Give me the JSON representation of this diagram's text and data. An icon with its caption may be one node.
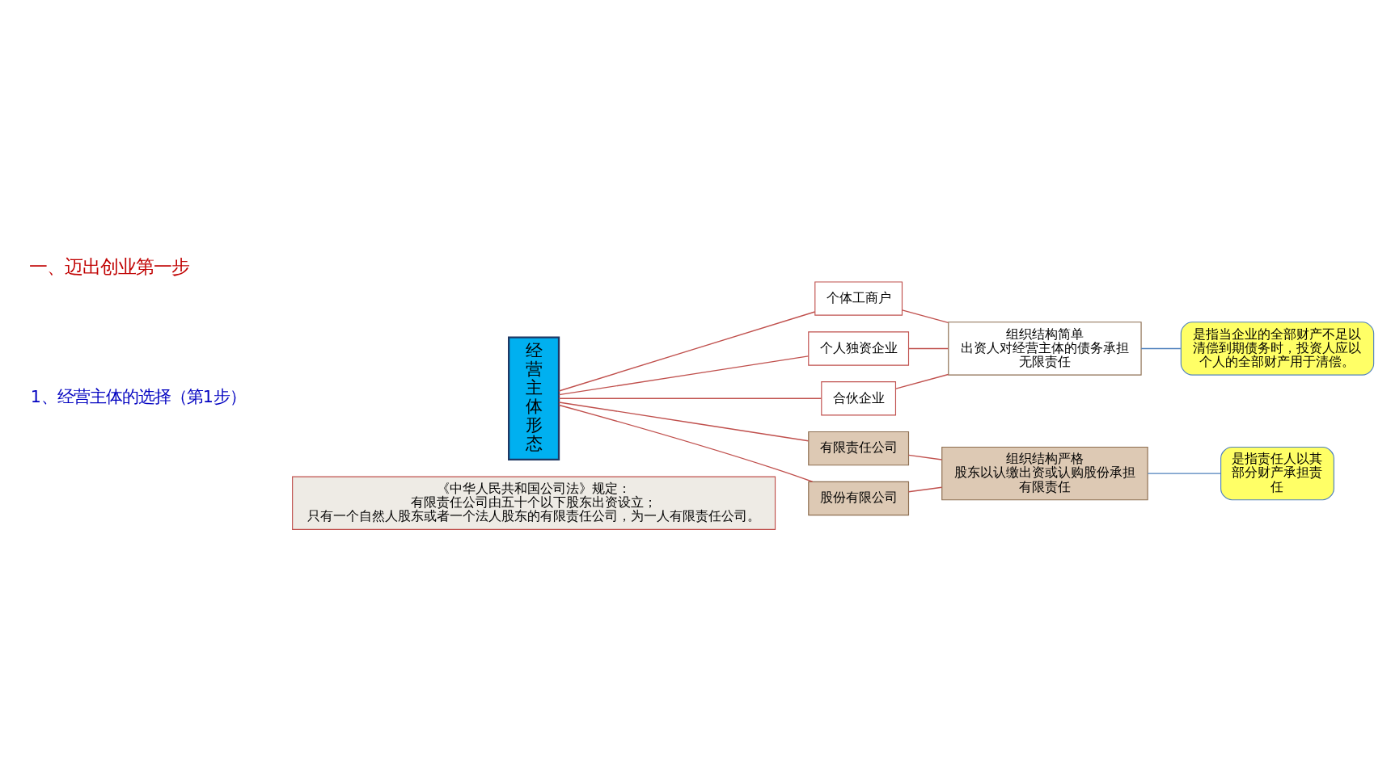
{
  "diagram": {
    "title": "一、迈出创业第一步",
    "nodes": [
      {
        "text": [
          "经营主体形态"
        ]
      },
      {
        "text": [
          "个体工商户"
        ]
      },
      {
        "text": [
          "个人独资企业"
        ]
      },
      {
        "text": [
          "合伙企业"
        ]
      },
      {
        "text": [
          "有限责任公司"
        ]
      },
      {
        "text": [
          "股份有限公司"
        ]
      },
      {
        "text": [
          "组织结构简单",
          "出资人对经营主体的债务承担",
          "无限责任"
        ]
      },
      {
        "text": [
          "组织结构严格",
          "股东以认缴出资或认购股份承担",
          "有限责任"
        ]
      },
      {
        "text": [
          "是指当企业的全部财产不足以清偿到期债务时，投资人应以个人的全部财产用于清偿。"
        ]
      },
      {
        "text": [
          "是指责任人以其部分财产承担责任"
        ]
      },
      {
        "text": [
          "《中华人民共和国公司法》规定：",
          "有限责任公司由五十个以下股东出资设立；",
          "只有一个自然人股东或者一个法人股东的有限责任公司，为一人有限责任公司。"
        ]
      }
    ],
    "edges": [
      {
        "from": 0,
        "to": 1,
        "arrow": "none"
      },
      {
        "from": 0,
        "to": 2,
        "arrow": "none"
      },
      {
        "from": 0,
        "to": 3,
        "arrow": "none"
      },
      {
        "from": 0,
        "to": 4,
        "arrow": "none"
      },
      {
        "from": 0,
        "to": 5,
        "arrow": "none"
      },
      {
        "from": 1,
        "to": 6,
        "arrow": "none"
      },
      {
        "from": 2,
        "to": 6,
        "arrow": "none"
      },
      {
        "from": 3,
        "to": 6,
        "arrow": "none"
      },
      {
        "from": 4,
        "to": 7,
        "arrow": "none"
      },
      {
        "from": 5,
        "to": 7,
        "arrow": "none"
      },
      {
        "from": 8,
        "to": 6,
        "arrow": "none",
        "color": "#4f81bd"
      },
      {
        "from": 9,
        "to": 7,
        "arrow": "none",
        "color": "#4f81bd"
      }
    ],
    "labels": [
      "1、经营主体的选择（第1步）"
    ]
  }
}
